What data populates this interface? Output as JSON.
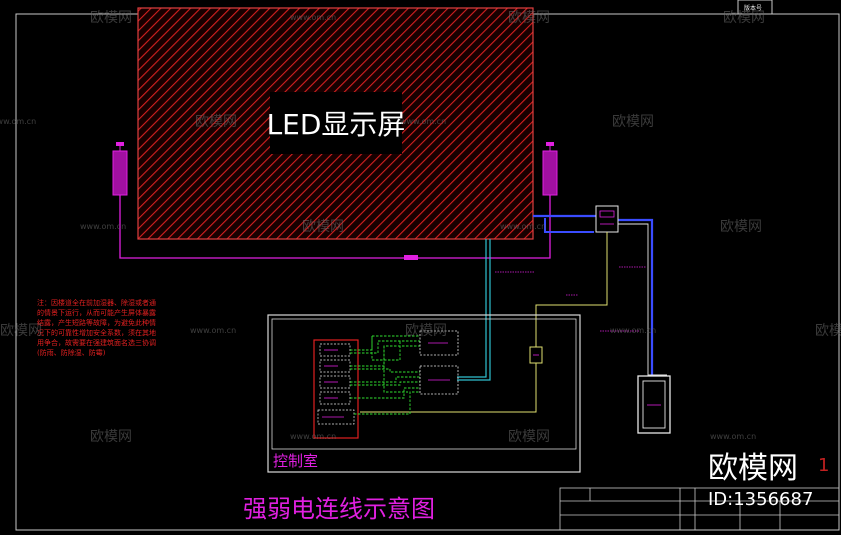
{
  "title": "强弱电连线示意图",
  "screen_label": "LED显示屏",
  "control_room_label": "控制室",
  "note_text": [
    "注：因楼道全在前加湿器、除湿或者通",
    "的情景下运行，从而可能产生屏体暴露",
    "结露，产生短路等故障，为避免此种情",
    "况下的可靠性增加安全系数，须在其地",
    "用争合，故需要在强建筑面名选三协调",
    "(防雨、防除湿、防霉)"
  ],
  "title_block_tag": "版本号",
  "watermark": {
    "logo_text": "欧模网",
    "domain_text": "www.om.cn",
    "id_text": "ID:1356687",
    "red_fragment": "1"
  },
  "colors": {
    "background": "#000000",
    "hatch": "#d42020",
    "magenta": "#e020e0",
    "blue": "#3a4cff",
    "cyan": "#30c0d0",
    "yellow": "#e0e070",
    "green": "#30e030",
    "white": "#e8e8e8"
  }
}
